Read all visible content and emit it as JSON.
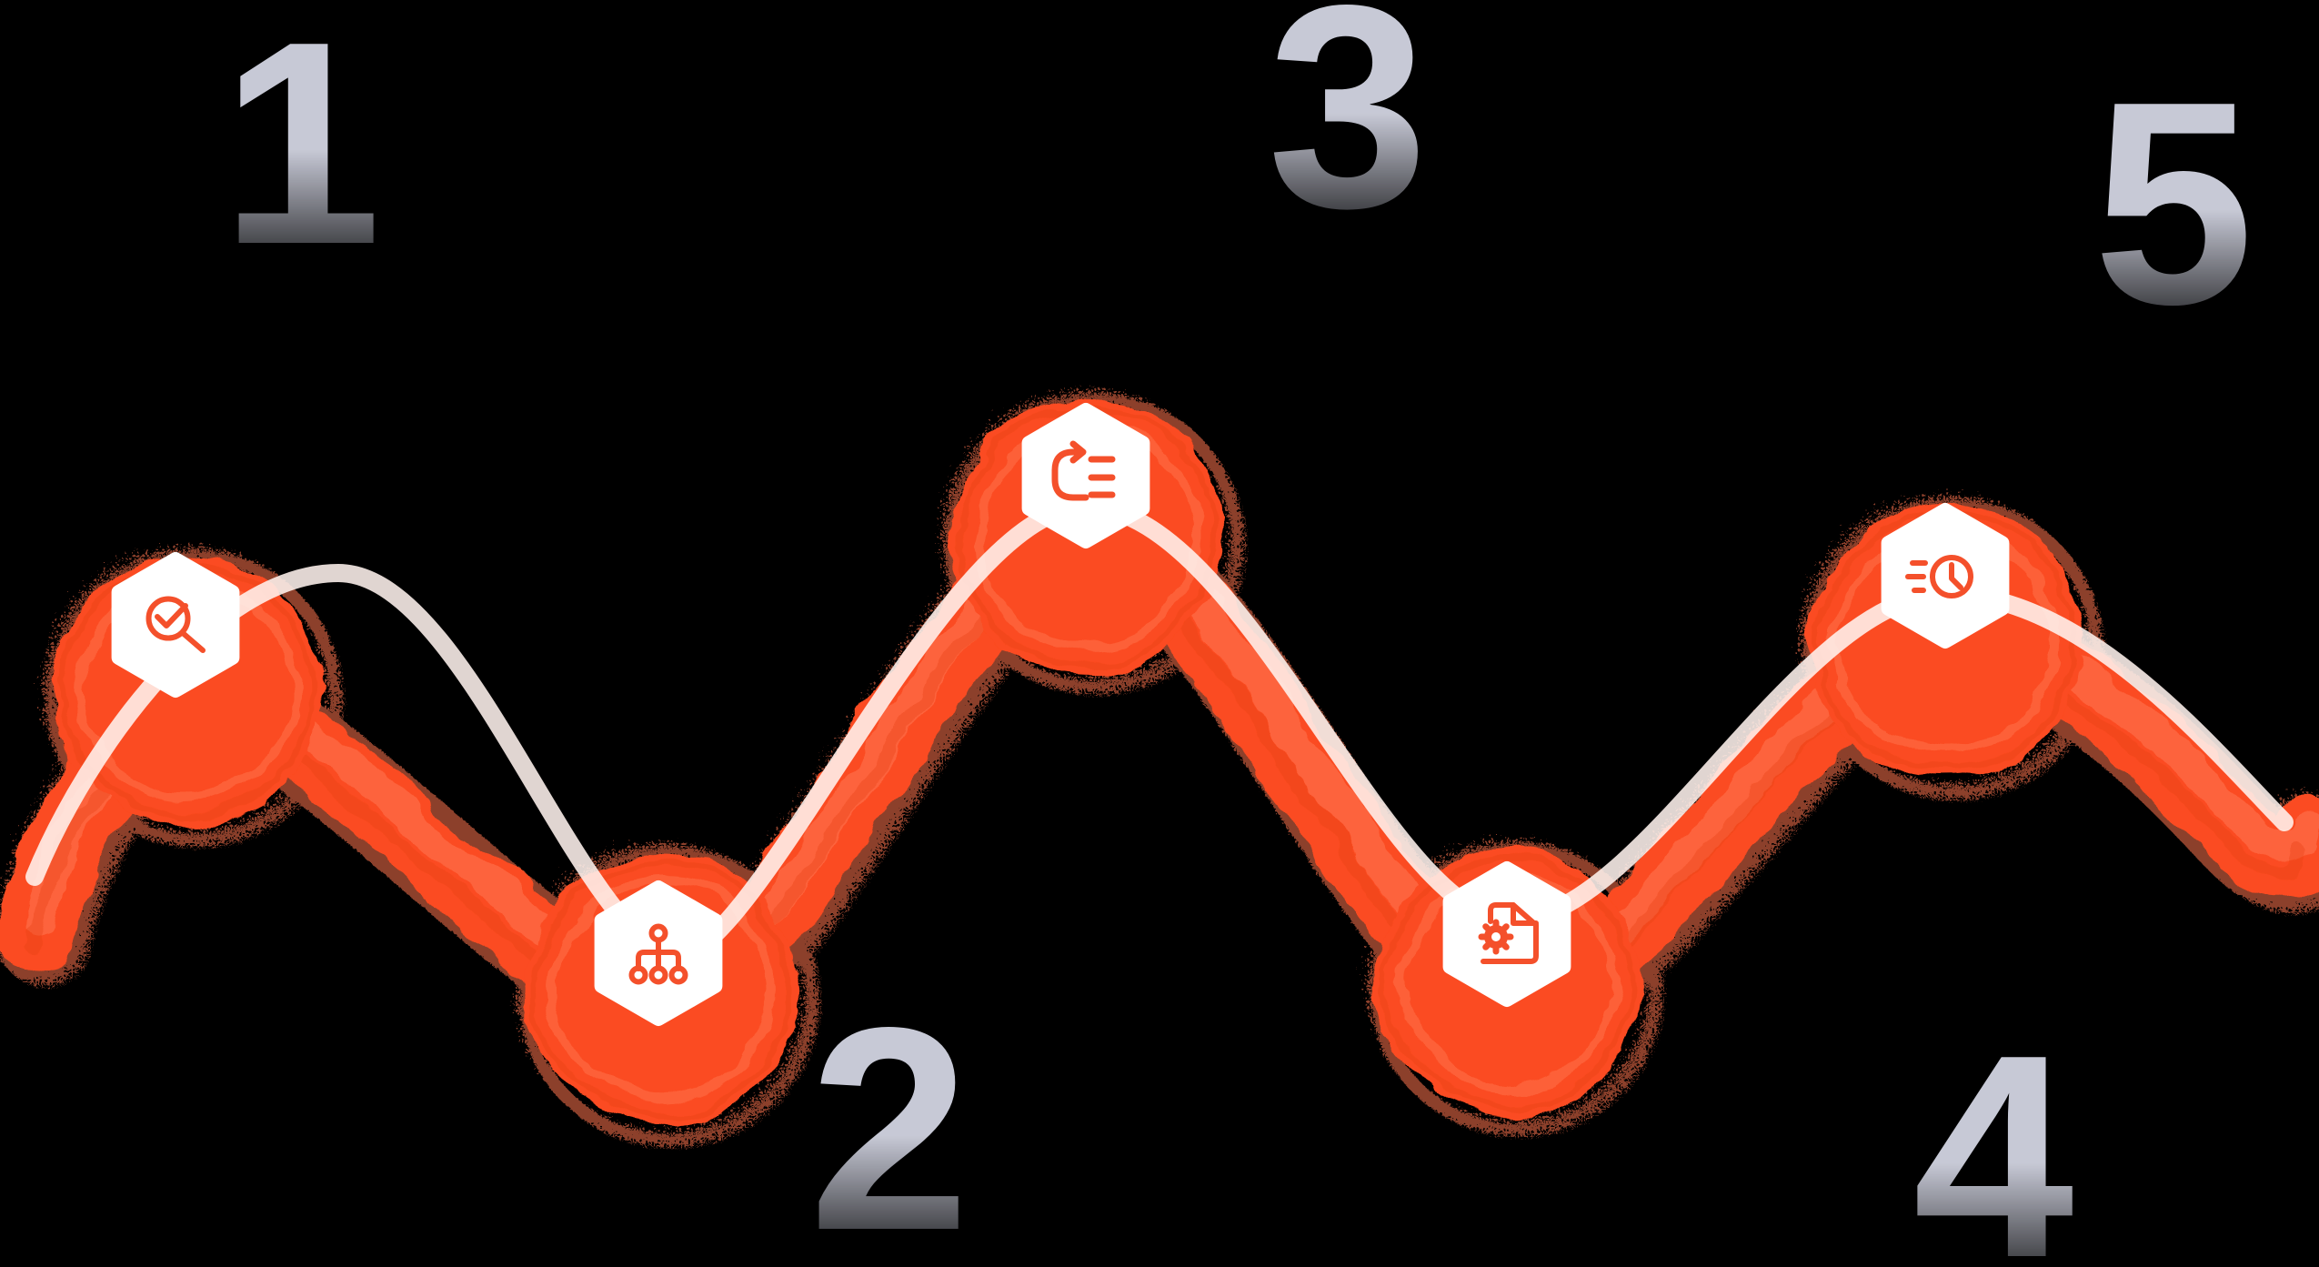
{
  "figure": {
    "title": "5-step wave process diagram",
    "background_color": "#000000",
    "wave_color": "#FB4B20",
    "wave_highlight_color": "#FFF3EE",
    "node_fill_color": "#FB4B20",
    "hexagon_color": "#FFFFFF",
    "icon_color": "#F4502B",
    "number_color": "#C7C9D6"
  },
  "steps": [
    {
      "number": "1",
      "icon": "search-check-icon",
      "label_position": "top"
    },
    {
      "number": "2",
      "icon": "hierarchy-icon",
      "label_position": "bottom"
    },
    {
      "number": "3",
      "icon": "iteration-list-icon",
      "label_position": "top"
    },
    {
      "number": "4",
      "icon": "document-gear-icon",
      "label_position": "bottom"
    },
    {
      "number": "5",
      "icon": "clock-speed-icon",
      "label_position": "top"
    }
  ]
}
